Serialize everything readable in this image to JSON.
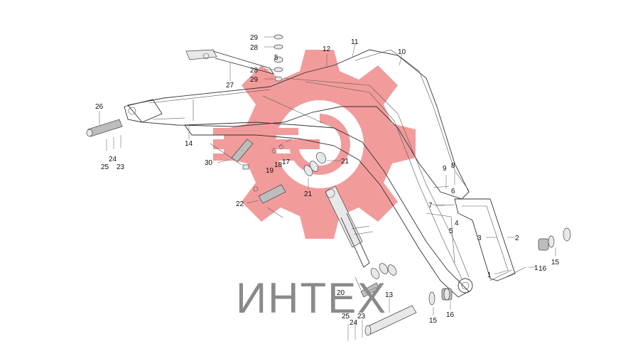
{
  "watermark": {
    "text": "ИНТЕХ",
    "gear_color": "#f08a8a",
    "text_color": "#8a8a8a"
  },
  "callouts": [
    {
      "id": "29a",
      "text": "29"
    },
    {
      "id": "28a",
      "text": "28"
    },
    {
      "id": "5a",
      "text": "5"
    },
    {
      "id": "28b",
      "text": "28"
    },
    {
      "id": "29b",
      "text": "29"
    },
    {
      "id": "27",
      "text": "27"
    },
    {
      "id": "12",
      "text": "12"
    },
    {
      "id": "11",
      "text": "11"
    },
    {
      "id": "10",
      "text": "10"
    },
    {
      "id": "26",
      "text": "26"
    },
    {
      "id": "14",
      "text": "14"
    },
    {
      "id": "25a",
      "text": "25"
    },
    {
      "id": "24a",
      "text": "24"
    },
    {
      "id": "23a",
      "text": "23"
    },
    {
      "id": "30",
      "text": "30"
    },
    {
      "id": "19",
      "text": "19"
    },
    {
      "id": "18",
      "text": "18"
    },
    {
      "id": "17",
      "text": "17"
    },
    {
      "id": "21a",
      "text": "21"
    },
    {
      "id": "21b",
      "text": "21"
    },
    {
      "id": "22",
      "text": "22"
    },
    {
      "id": "9",
      "text": "9"
    },
    {
      "id": "8",
      "text": "8"
    },
    {
      "id": "7",
      "text": "7"
    },
    {
      "id": "6",
      "text": "6"
    },
    {
      "id": "4",
      "text": "4"
    },
    {
      "id": "5b",
      "text": "5"
    },
    {
      "id": "3",
      "text": "3"
    },
    {
      "id": "2",
      "text": "2"
    },
    {
      "id": "1a",
      "text": "1"
    },
    {
      "id": "1b",
      "text": "1"
    },
    {
      "id": "16a",
      "text": "16"
    },
    {
      "id": "15a",
      "text": "15"
    },
    {
      "id": "20",
      "text": "20"
    },
    {
      "id": "13",
      "text": "13"
    },
    {
      "id": "15b",
      "text": "15"
    },
    {
      "id": "16b",
      "text": "16"
    },
    {
      "id": "25b",
      "text": "25"
    },
    {
      "id": "24b",
      "text": "24"
    },
    {
      "id": "23b",
      "text": "23"
    }
  ]
}
